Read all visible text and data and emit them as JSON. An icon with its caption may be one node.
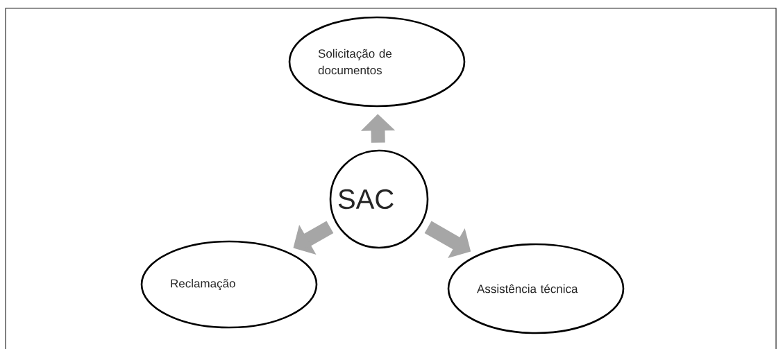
{
  "diagram": {
    "nodes": [
      {
        "text": [
          "Solicitação de documentos"
        ]
      },
      {
        "text": [
          "SAC"
        ]
      },
      {
        "text": [
          "Reclamação"
        ]
      },
      {
        "text": [
          "Assistência técnica"
        ]
      }
    ],
    "edges": [
      {
        "from": 1,
        "to": 0,
        "arrow": "to"
      },
      {
        "from": 1,
        "to": 2,
        "arrow": "to"
      },
      {
        "from": 1,
        "to": 3,
        "arrow": "to"
      }
    ]
  }
}
